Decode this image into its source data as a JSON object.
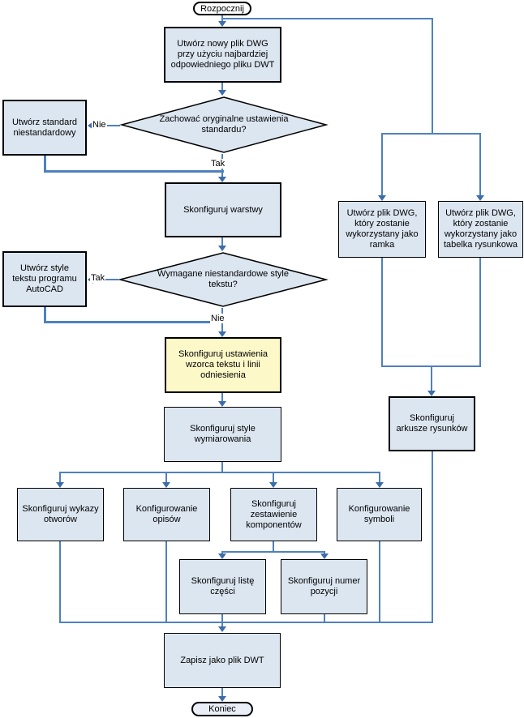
{
  "nodes": {
    "start": "Rozpocznij",
    "create_dwg": "Utwórz nowy plik DWG przy użyciu najbardziej odpowiedniego pliku DWT",
    "decision_standard": "Zachować oryginalne ustawienia standardu?",
    "custom_standard": "Utwórz standard niestandardowy",
    "configure_layers": "Skonfiguruj warstwy",
    "decision_text_styles": "Wymagane niestandardowe style tekstu?",
    "create_text_styles": "Utwórz style tekstu programu AutoCAD",
    "configure_text_pattern": "Skonfiguruj ustawienia wzorca tekstu i linii odniesienia",
    "configure_dim_styles": "Skonfiguruj style wymiarowania",
    "configure_hole_charts": "Skonfiguruj wykazy otworów",
    "configure_notes": "Konfigurowanie opisów",
    "configure_component_list": "Skonfiguruj zestawienie komponentów",
    "configure_symbols": "Konfigurowanie symboli",
    "configure_parts_list": "Skonfiguruj listę części",
    "configure_balloon": "Skonfiguruj numer pozycji",
    "save_dwt": "Zapisz jako plik DWT",
    "end": "Koniec",
    "create_border": "Utwórz plik DWG, który zostanie wykorzystany jako ramka",
    "create_title_block": "Utwórz plik DWG, który zostanie wykorzystany jako tabelka rysunkowa",
    "configure_sheets": "Skonfiguruj arkusze rysunków"
  },
  "edge_labels": {
    "d1_no": "Nie",
    "d1_yes": "Tak",
    "d2_yes": "Tak",
    "d2_no": "Nie"
  },
  "colors": {
    "line": "#4f81bd",
    "arrow": "#3d6da9",
    "node_fill": "#dce6f1",
    "highlight_fill": "#fcf8c8",
    "border": "#000000",
    "background": "#ffffff"
  }
}
